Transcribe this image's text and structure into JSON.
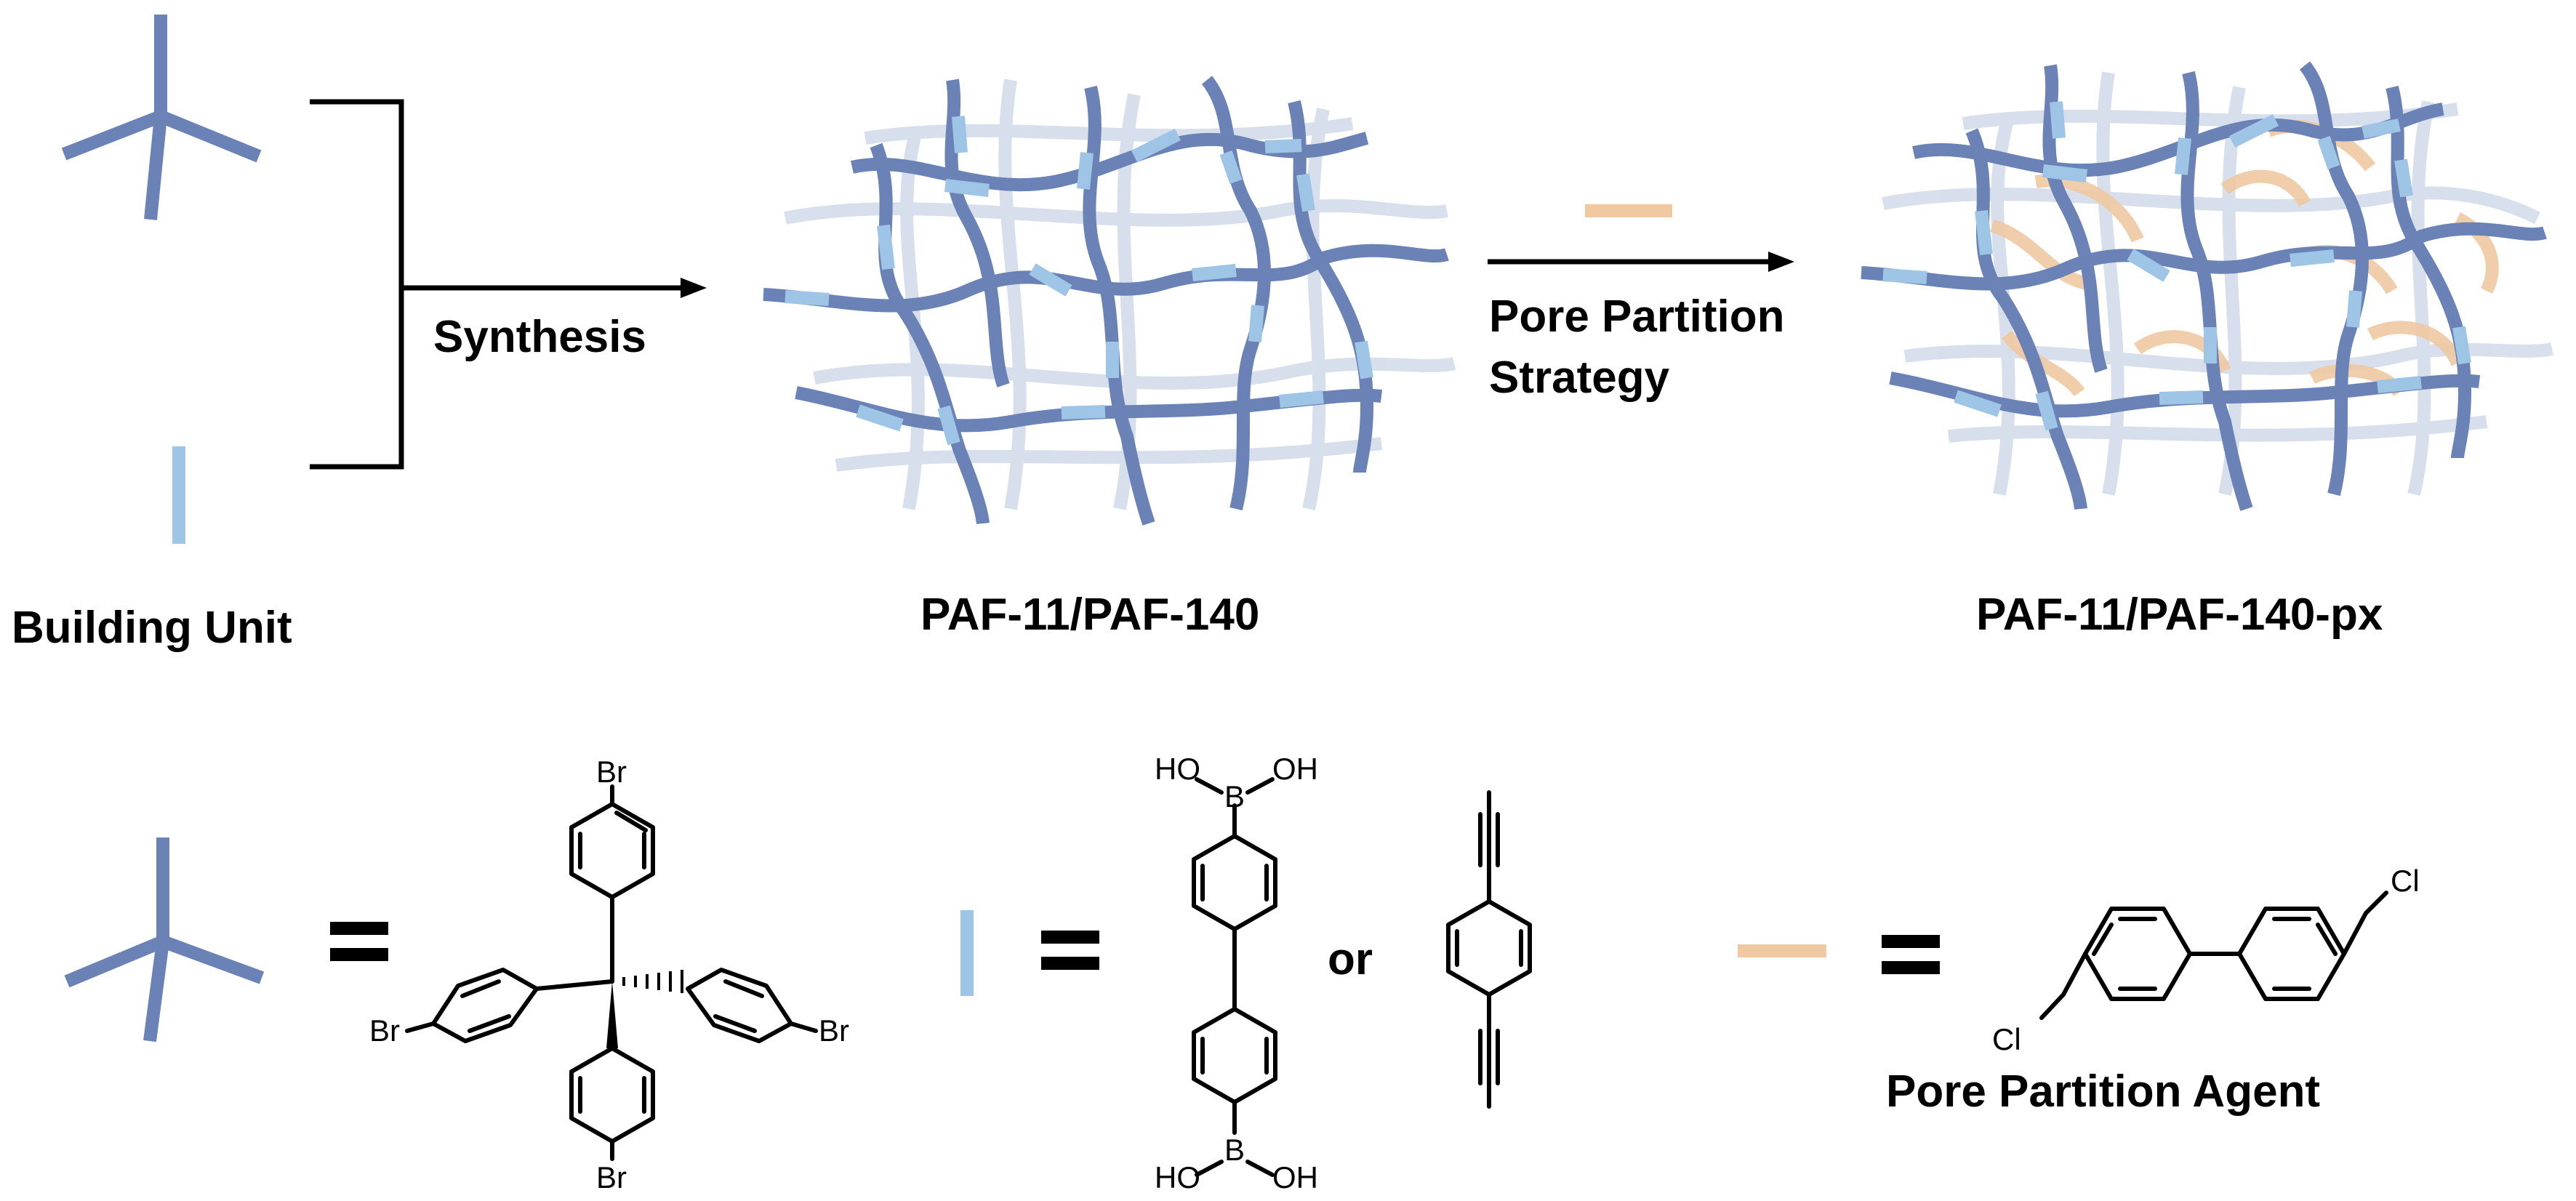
{
  "labels": {
    "synthesis": "Synthesis",
    "pore_partition_strategy_line1": "Pore Partition",
    "pore_partition_strategy_line2": "Strategy",
    "building_unit": "Building Unit",
    "network_plain": "PAF-11/PAF-140",
    "network_partitioned": "PAF-11/PAF-140-px",
    "or": "or",
    "pore_partition_agent": "Pore Partition Agent"
  },
  "atoms": {
    "br": "Br",
    "b": "B",
    "ho": "HO",
    "oh": "OH",
    "cl": "Cl"
  },
  "colors": {
    "tetrahedral_node": "#6a82b5",
    "linear_linker": "#9ec4e6",
    "partition_agent": "#f0c9a2",
    "ink": "#000000"
  },
  "icons": {
    "tetrahedral_node": "tetrahedral-node-icon",
    "linear_linker": "linear-linker-icon",
    "partition_agent": "partition-agent-icon"
  }
}
